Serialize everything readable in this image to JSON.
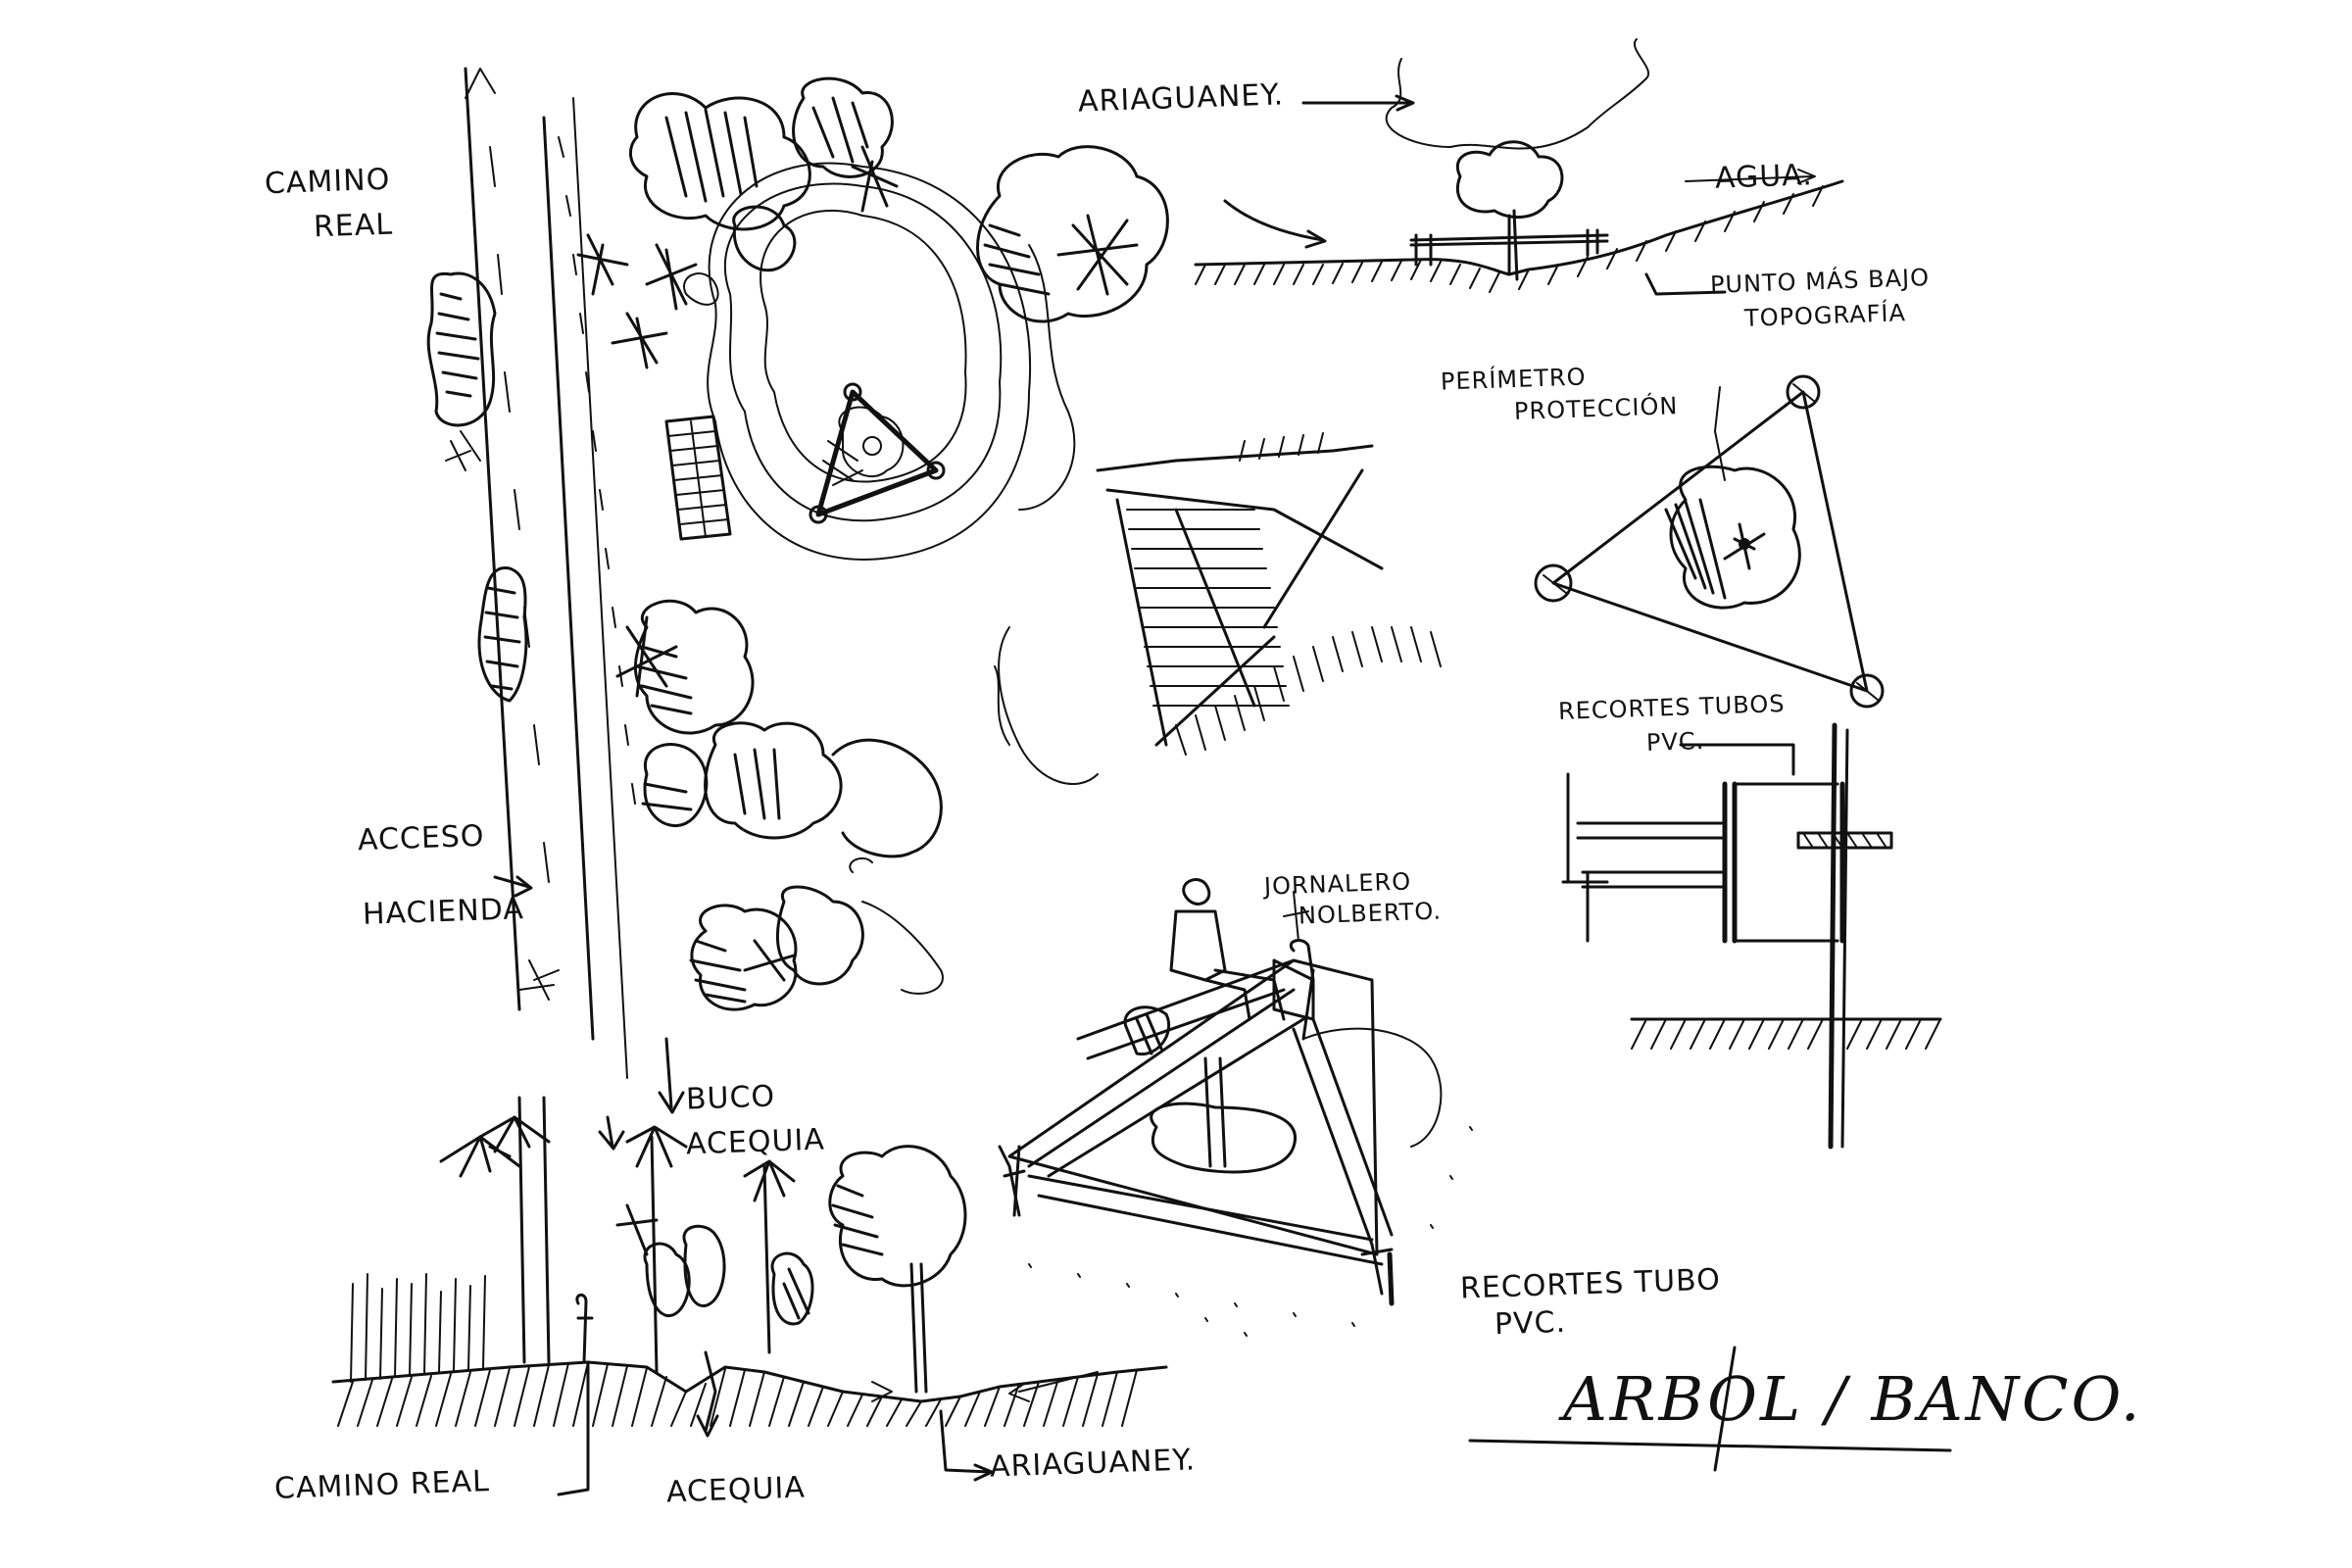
{
  "labels": {
    "camino_real_top": [
      "CAMINO",
      "REAL"
    ],
    "acceso_hacienda": [
      "ACCESO",
      "HACIENDA"
    ],
    "buco_acequia": [
      "BUCO",
      "ACEQUIA"
    ],
    "camino_real_bottom": "CAMINO REAL",
    "acequia_bottom": "ACEQUIA",
    "ariaguaney_bottom": "ARIAGUANEY.",
    "ariaguaney_top": "ARIAGUANEY.",
    "agua": "AGUA.",
    "punto_bajo": [
      "PUNTO MÁS BAJO",
      "TOPOGRAFÍA"
    ],
    "perimetro": [
      "PERÍMETRO",
      "PROTECCIÓN"
    ],
    "recortes_tubos": [
      "RECORTES TUBOS",
      "PVC."
    ],
    "jornalero": [
      "JORNALERO",
      "NOLBERTO."
    ],
    "recortes_tubo": [
      "RECORTES TUBO",
      "PVC."
    ],
    "title": "ARBOL / BANCO."
  }
}
